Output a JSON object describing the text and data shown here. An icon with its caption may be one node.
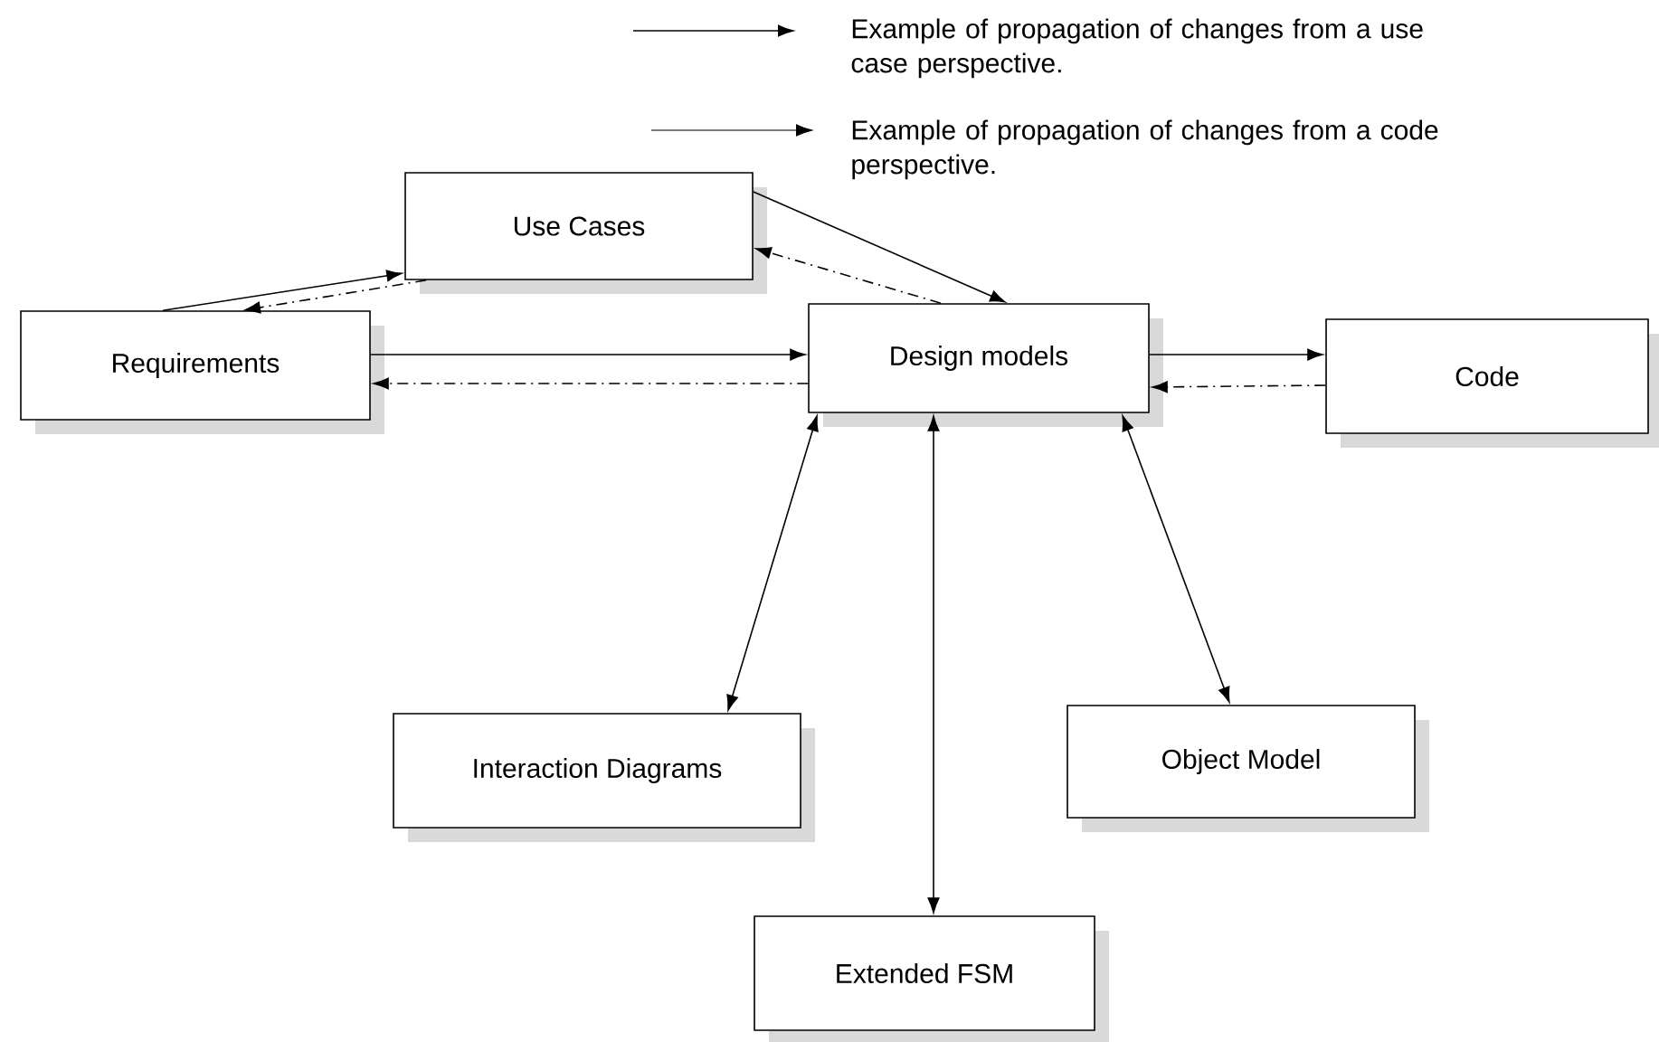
{
  "diagram": {
    "nodes": [
      {
        "text": [
          "Use Cases"
        ]
      },
      {
        "text": [
          "Requirements"
        ]
      },
      {
        "text": [
          "Design models"
        ]
      },
      {
        "text": [
          "Code"
        ]
      },
      {
        "text": [
          "Interaction Diagrams"
        ]
      },
      {
        "text": [
          "Object Model"
        ]
      },
      {
        "text": [
          "Extended FSM"
        ]
      }
    ],
    "edges": [
      {
        "from": 1,
        "to": 0,
        "arrow": "to"
      },
      {
        "from": 0,
        "to": 1,
        "arrow": "to",
        "style": "dashed"
      },
      {
        "from": 0,
        "to": 2,
        "arrow": "to"
      },
      {
        "from": 2,
        "to": 0,
        "arrow": "to",
        "style": "dashed"
      },
      {
        "from": 1,
        "to": 2,
        "arrow": "to"
      },
      {
        "from": 2,
        "to": 1,
        "arrow": "to",
        "style": "dashed"
      },
      {
        "from": 2,
        "to": 3,
        "arrow": "to"
      },
      {
        "from": 3,
        "to": 2,
        "arrow": "to",
        "style": "dashed"
      },
      {
        "from": 2,
        "to": 4,
        "arrow": "both"
      },
      {
        "from": 2,
        "to": 6,
        "arrow": "both"
      },
      {
        "from": 2,
        "to": 5,
        "arrow": "both"
      }
    ],
    "legend": [
      {
        "text": "Example of propagation of changes from a use case perspective."
      },
      {
        "text": "Example of propagation of changes from a code perspective."
      }
    ]
  }
}
